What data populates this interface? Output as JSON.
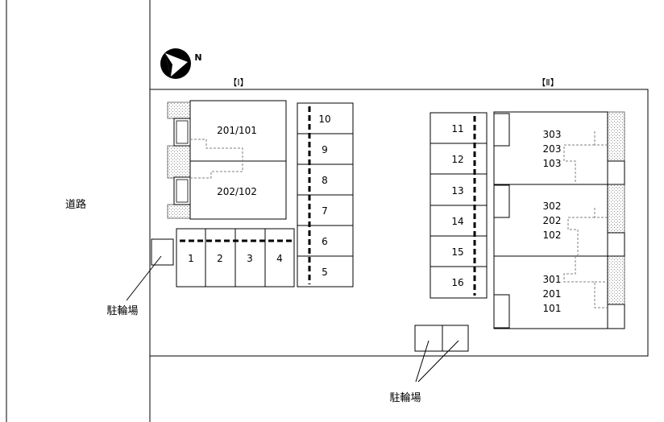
{
  "road": {
    "label": "道路"
  },
  "compass": {
    "letter": "N"
  },
  "buildings": {
    "one": {
      "label": "【Ⅰ】",
      "units": [
        "201/101",
        "202/102"
      ]
    },
    "two": {
      "label": "【Ⅱ】",
      "units": [
        {
          "rooms": [
            "303",
            "203",
            "103"
          ]
        },
        {
          "rooms": [
            "302",
            "202",
            "102"
          ]
        },
        {
          "rooms": [
            "301",
            "201",
            "101"
          ]
        }
      ]
    }
  },
  "parking": {
    "row_bottom": [
      "1",
      "2",
      "3",
      "4"
    ],
    "column_middle": [
      "10",
      "9",
      "8",
      "7",
      "6",
      "5"
    ],
    "column_right": [
      "11",
      "12",
      "13",
      "14",
      "15",
      "16"
    ]
  },
  "bicycle_parking": {
    "left_label": "駐輪場",
    "bottom_label": "駐輪場"
  },
  "colors": {
    "line": "#000000",
    "dashed": "#808080",
    "hatch": "#a0a0a0",
    "background": "#ffffff"
  }
}
